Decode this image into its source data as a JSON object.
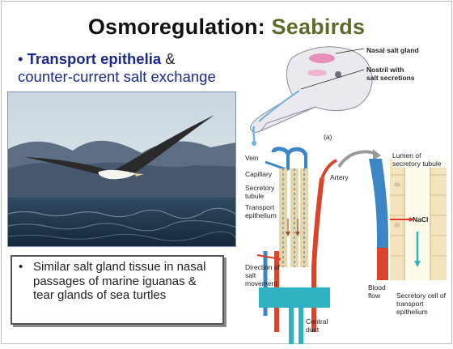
{
  "title": {
    "main": "Osmoregulation:",
    "accent": "Seabirds"
  },
  "bullet1": {
    "marker": "•",
    "bold": "Transport epithelia",
    "amp": " &",
    "line2": "counter-current salt exchange"
  },
  "note_box": {
    "marker": "•",
    "text": "Similar salt gland tissue in nasal passages of marine iguanas & tear glands of sea turtles"
  },
  "diagram_a": {
    "label_gland": "Nasal salt gland",
    "label_nostril": "Nostril with salt secretions",
    "panel": "(a)"
  },
  "diagram_b": {
    "vein": "Vein",
    "capillary": "Capillary",
    "secretory_tubule": "Secretory tubule",
    "transport_epithelium": "Transport epithelium",
    "direction": "Direction of salt movement",
    "central_duct": "Central duct",
    "artery": "Artery"
  },
  "diagram_c": {
    "lumen": "Lumen of secretory tubule",
    "nacl": "NaCl",
    "blood_flow": "Blood flow",
    "secretory_cell": "Secretory cell of transport epithelium"
  },
  "colors": {
    "accent": "#5b6b2a",
    "bullet_text": "#1c2a8a",
    "artery": "#d9442b",
    "vein": "#3d86c6",
    "duct": "#2fb2c2"
  }
}
